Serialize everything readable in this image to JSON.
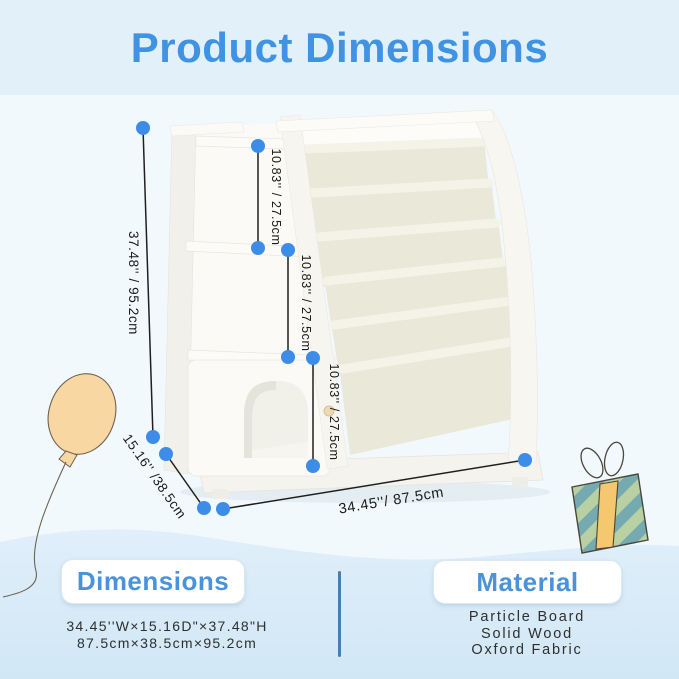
{
  "title": "Product Dimensions",
  "annotations": {
    "height": "37.48'' / 95.2cm",
    "depth": "15.16'' /38.5cm",
    "width": "34.45''/ 87.5cm",
    "gap_top": "10.83'' / 27.5cm",
    "gap_middle": "10.83'' / 27.5cm",
    "gap_bottom": "10.83'' / 27.5cm"
  },
  "dimensions_section": {
    "button_label": "Dimensions",
    "line1": "34.45''W×15.16D\"×37.48\"H",
    "line2": "87.5cm×38.5cm×95.2cm"
  },
  "material_section": {
    "button_label": "Material",
    "items": [
      "Particle Board",
      "Solid Wood",
      "Oxford Fabric"
    ]
  },
  "colors": {
    "accent_dot_blue": "#3d8de8",
    "title_blue": "#3f93e2",
    "banner_bg": "#e2f0f9",
    "page_bg": "#f2f9fd",
    "wave_bg": "#dcecf7",
    "furniture_white": "#f7f6f1",
    "fabric_cream": "#eae9d9",
    "balloon_peach": "#f9d7a2",
    "gift_teal": "#74aab0",
    "gift_green": "#b9d0a2",
    "gift_ribbon_yellow": "#f5c76e",
    "divider_blue": "#4b7db1"
  }
}
